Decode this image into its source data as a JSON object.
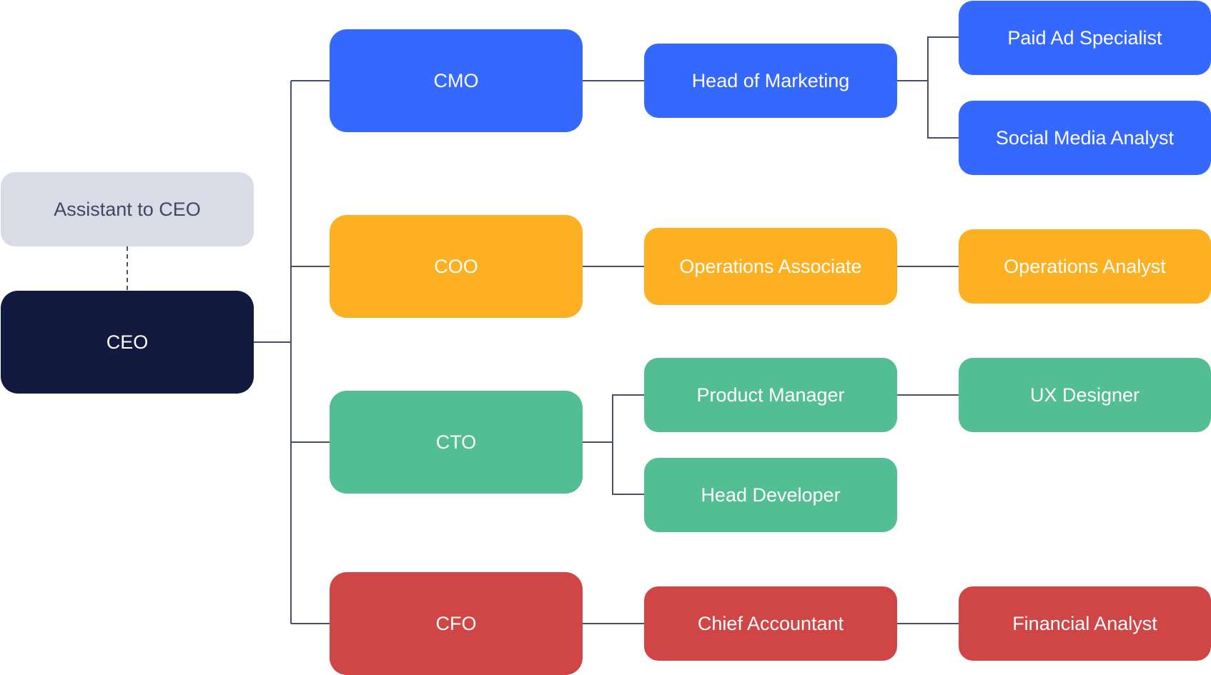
{
  "title": "Organization Chart",
  "colors": {
    "connector": "#474f69",
    "executive": "#121a3f",
    "assistant": "#d9dce6",
    "marketing": "#3568fe",
    "operations": "#fdb022",
    "technology": "#53bd94",
    "finance": "#d04545"
  },
  "nodes": {
    "assistant": {
      "label": "Assistant to CEO",
      "department": "assistant"
    },
    "ceo": {
      "label": "CEO",
      "department": "executive"
    },
    "cmo": {
      "label": "CMO",
      "department": "marketing"
    },
    "coo": {
      "label": "COO",
      "department": "operations"
    },
    "cto": {
      "label": "CTO",
      "department": "technology"
    },
    "cfo": {
      "label": "CFO",
      "department": "finance"
    },
    "head_marketing": {
      "label": "Head of Marketing",
      "department": "marketing"
    },
    "paid_ad": {
      "label": "Paid Ad Specialist",
      "department": "marketing"
    },
    "social_media": {
      "label": "Social Media Analyst",
      "department": "marketing"
    },
    "ops_associate": {
      "label": "Operations Associate",
      "department": "operations"
    },
    "ops_analyst": {
      "label": "Operations Analyst",
      "department": "operations"
    },
    "product_manager": {
      "label": "Product Manager",
      "department": "technology"
    },
    "ux_designer": {
      "label": "UX Designer",
      "department": "technology"
    },
    "head_developer": {
      "label": "Head Developer",
      "department": "technology"
    },
    "chief_accountant": {
      "label": "Chief Accountant",
      "department": "finance"
    },
    "financial_analyst": {
      "label": "Financial Analyst",
      "department": "finance"
    }
  },
  "edges": [
    {
      "from": "assistant",
      "to": "ceo",
      "style": "dashed"
    },
    {
      "from": "ceo",
      "to": "cmo",
      "style": "solid"
    },
    {
      "from": "ceo",
      "to": "coo",
      "style": "solid"
    },
    {
      "from": "ceo",
      "to": "cto",
      "style": "solid"
    },
    {
      "from": "ceo",
      "to": "cfo",
      "style": "solid"
    },
    {
      "from": "cmo",
      "to": "head_marketing",
      "style": "solid"
    },
    {
      "from": "head_marketing",
      "to": "paid_ad",
      "style": "solid"
    },
    {
      "from": "head_marketing",
      "to": "social_media",
      "style": "solid"
    },
    {
      "from": "coo",
      "to": "ops_associate",
      "style": "solid"
    },
    {
      "from": "ops_associate",
      "to": "ops_analyst",
      "style": "solid"
    },
    {
      "from": "cto",
      "to": "product_manager",
      "style": "solid"
    },
    {
      "from": "cto",
      "to": "head_developer",
      "style": "solid"
    },
    {
      "from": "product_manager",
      "to": "ux_designer",
      "style": "solid"
    },
    {
      "from": "cfo",
      "to": "chief_accountant",
      "style": "solid"
    },
    {
      "from": "chief_accountant",
      "to": "financial_analyst",
      "style": "solid"
    }
  ]
}
